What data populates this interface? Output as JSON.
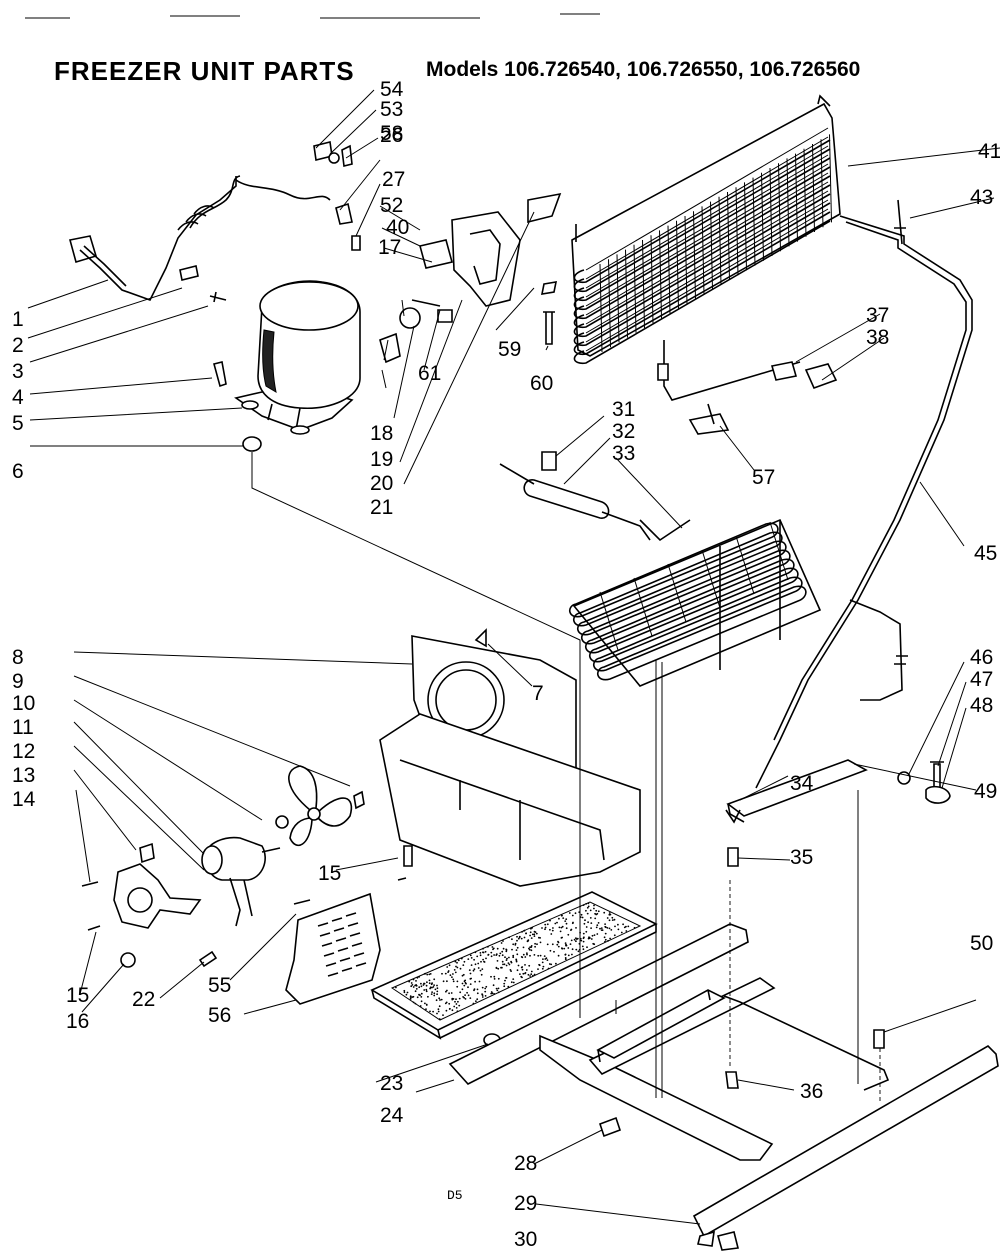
{
  "title": "FREEZER UNIT PARTS",
  "models": "Models 106.726540, 106.726550, 106.726560",
  "page_mark": "D5",
  "callouts": [
    "1",
    "2",
    "3",
    "4",
    "5",
    "6",
    "7",
    "8",
    "9",
    "10",
    "11",
    "12",
    "13",
    "14",
    "15",
    "15",
    "16",
    "17",
    "18",
    "19",
    "20",
    "21",
    "22",
    "23",
    "24",
    "26",
    "27",
    "28",
    "29",
    "30",
    "31",
    "32",
    "33",
    "34",
    "35",
    "36",
    "37",
    "38",
    "40",
    "41",
    "43",
    "45",
    "46",
    "47",
    "48",
    "49",
    "50",
    "52",
    "53",
    "54",
    "55",
    "56",
    "57",
    "58",
    "59",
    "60",
    "61"
  ]
}
